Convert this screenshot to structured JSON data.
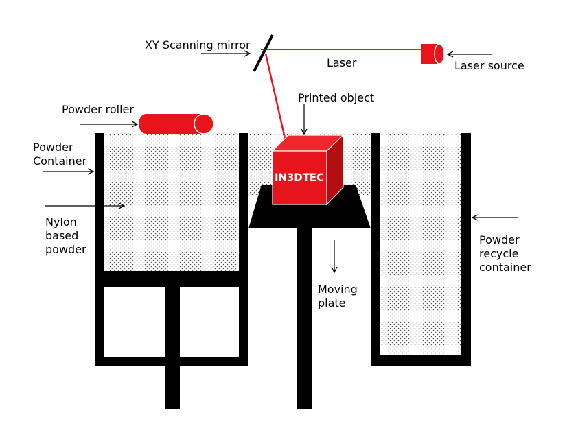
{
  "diagram": {
    "labels": {
      "scanning_mirror": "XY Scanning mirror",
      "laser": "Laser",
      "laser_source": "Laser source",
      "printed_object": "Printed object",
      "powder_roller": "Powder roller",
      "powder_container_line1": "Powder",
      "powder_container_line2": "Container",
      "nylon_line1": "Nylon",
      "nylon_line2": "based",
      "nylon_line3": "powder",
      "moving_plate_line1": "Moving",
      "moving_plate_line2": "plate",
      "recycle_line1": "Powder",
      "recycle_line2": "recycle",
      "recycle_line3": "container"
    },
    "cube_logo": "IN3DTEC",
    "colors": {
      "laser": "#e8141b",
      "structure": "#000000",
      "powder_dots": "#555555",
      "background": "#ffffff"
    }
  }
}
